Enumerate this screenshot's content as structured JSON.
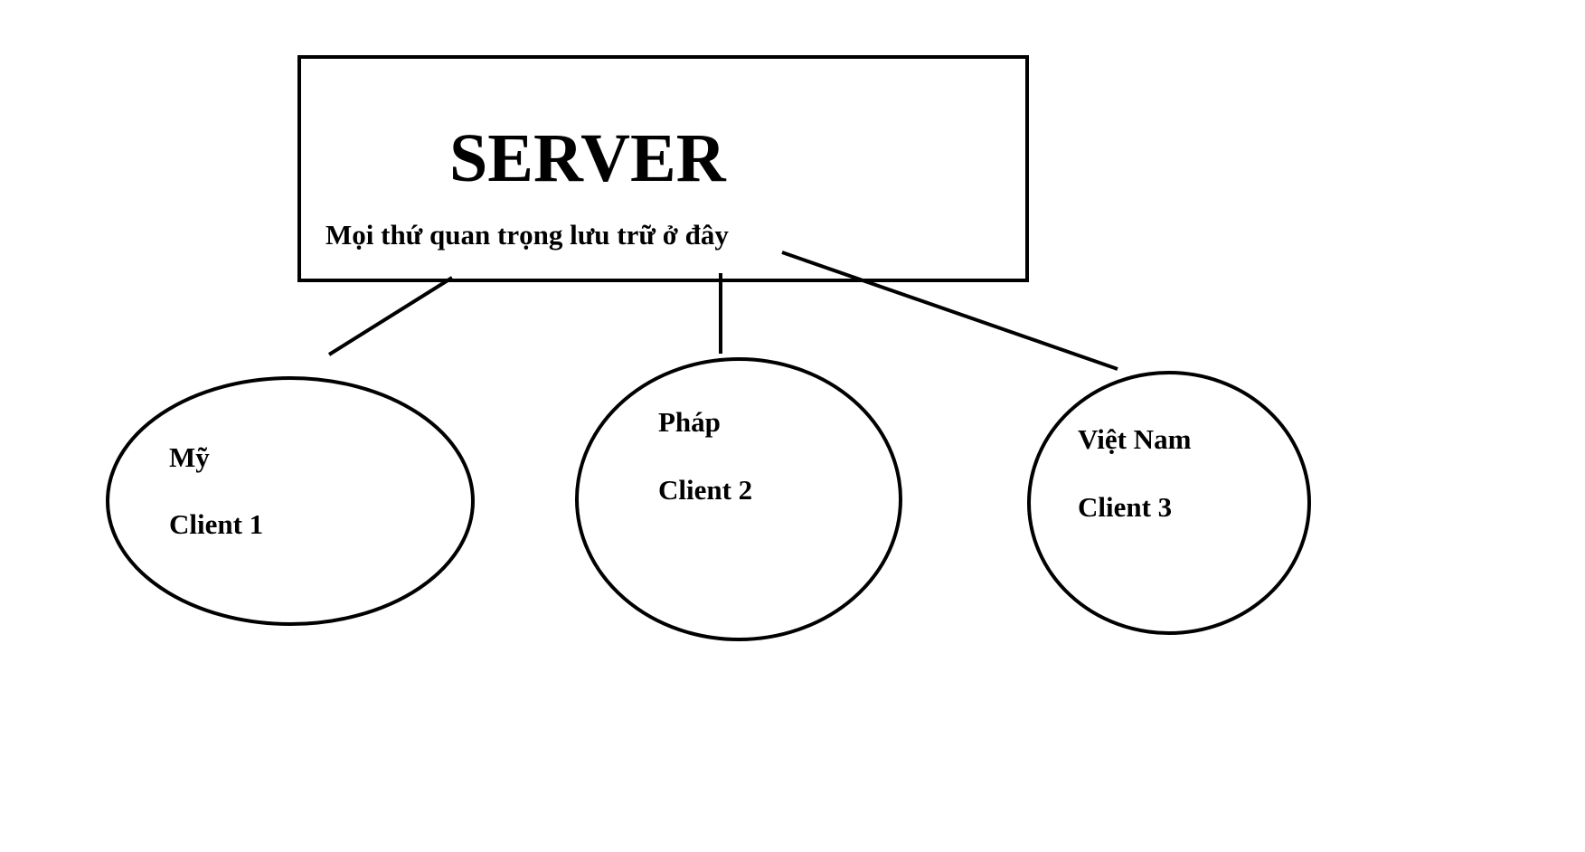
{
  "server": {
    "title": "SERVER",
    "description": "Mọi thứ quan trọng lưu trữ ở đây"
  },
  "clients": [
    {
      "country": "Mỹ",
      "label": "Client 1"
    },
    {
      "country": "Pháp",
      "label": "Client 2"
    },
    {
      "country": "Việt Nam",
      "label": "Client 3"
    }
  ],
  "colors": {
    "stroke": "#000000",
    "background": "#ffffff",
    "text": "#000000"
  }
}
